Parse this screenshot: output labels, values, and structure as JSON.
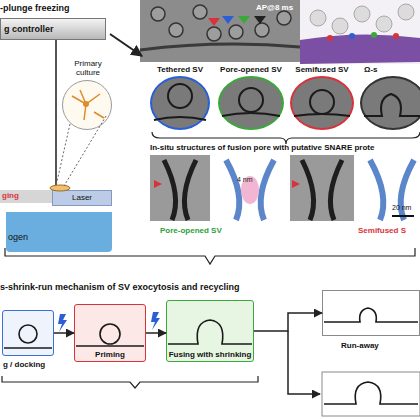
{
  "diagram": {
    "nodes": [
      {
        "text": [
          "g controller"
        ]
      },
      {
        "text": [
          "Primary culture"
        ]
      },
      {
        "text": [
          "Laser"
        ]
      },
      {
        "text": [
          "ogen"
        ]
      },
      {
        "text": [
          "Tethered SV"
        ]
      },
      {
        "text": [
          "Pore-opened SV"
        ]
      },
      {
        "text": [
          "Semifused SV"
        ]
      },
      {
        "text": [
          "Ω-s"
        ]
      },
      {
        "text": [
          "g / docking"
        ]
      },
      {
        "text": [
          "Priming"
        ]
      },
      {
        "text": [
          "Fusing with shrinking"
        ]
      },
      {
        "text": [
          "Run-away"
        ]
      }
    ],
    "edges": [
      {
        "from": 8,
        "to": 9,
        "arrow": "to"
      },
      {
        "from": 9,
        "to": 10,
        "arrow": "to"
      },
      {
        "from": 10,
        "to": 11,
        "arrow": "to"
      }
    ],
    "labels": [
      "-plunge freezing",
      "ging",
      "AP@8 ms",
      "In-situ structures of fusion pore with putative SNARE prote",
      "4 nm",
      "20 nm",
      "Pore-opened SV",
      "Semifused S",
      "s-shrink-run mechanism of SV exocytosis and recycling"
    ]
  }
}
